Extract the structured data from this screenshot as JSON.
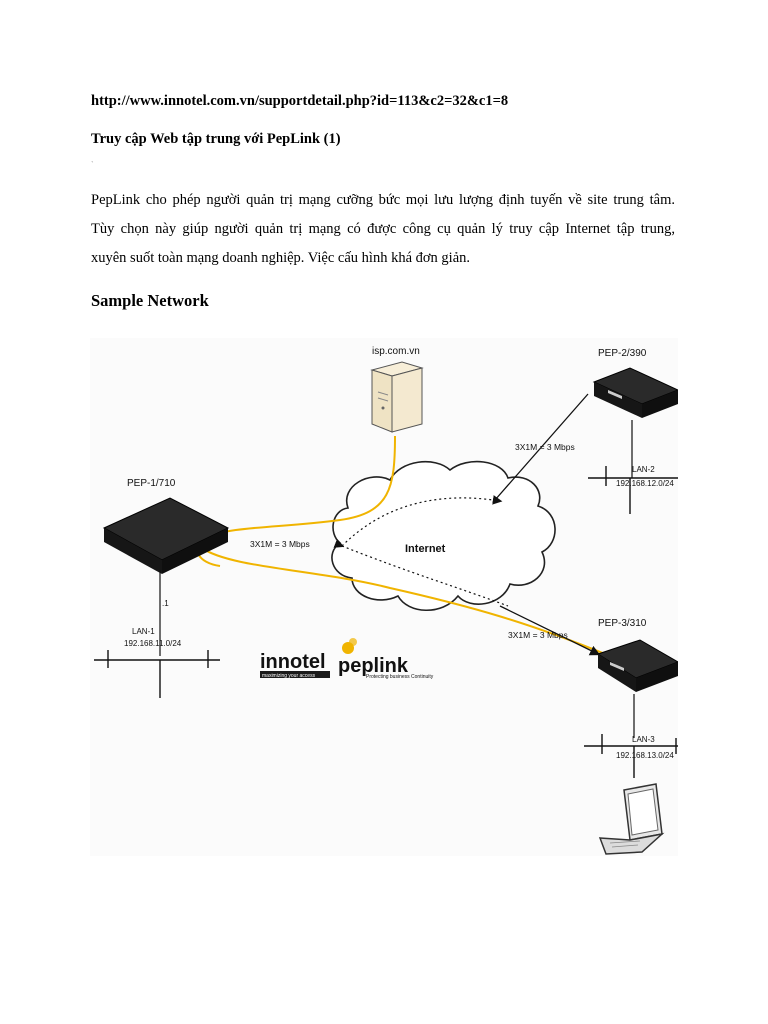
{
  "doc": {
    "url": "http://www.innotel.com.vn/supportdetail.php?id=113&c2=32&c1=8",
    "title": "Truy cập Web tập trung với PepLink (1)",
    "marker": "`",
    "paragraph_lines": [
      "PepLink cho phép người quản trị mạng cưỡng bức mọi lưu lượng định tuyến về site trung tâm.",
      "Tùy chọn này giúp người quản trị mạng có được công cụ quản lý truy cập Internet tập trung,",
      "xuyên suốt toàn mạng doanh nghiệp. Việc cấu hình khá đơn giản."
    ],
    "heading": "Sample Network"
  },
  "diagram": {
    "server_label": "isp.com.vn",
    "internet_label": "Internet",
    "pep1": {
      "name": "PEP-1/710",
      "link": "3X1M = 3 Mbps",
      "lan": "LAN-1",
      "subnet": "192.168.11.0/24",
      "ip": ".1"
    },
    "pep2": {
      "name": "PEP-2/390",
      "link": "3X1M = 3 Mbps",
      "lan": "LAN-2",
      "subnet": "192.168.12.0/24"
    },
    "pep3": {
      "name": "PEP-3/310",
      "link": "3X1M = 3 Mbps",
      "lan": "LAN-3",
      "subnet": "192.168.13.0/24"
    },
    "logo_innotel": "innotel",
    "logo_innotel_tag": "maximizing your access",
    "logo_peplink": "peplink",
    "logo_peplink_tag": "Protecting business Continuity"
  },
  "colors": {
    "route": "#f0b400",
    "device": "#1c1c1c",
    "cloud_stroke": "#222222"
  }
}
